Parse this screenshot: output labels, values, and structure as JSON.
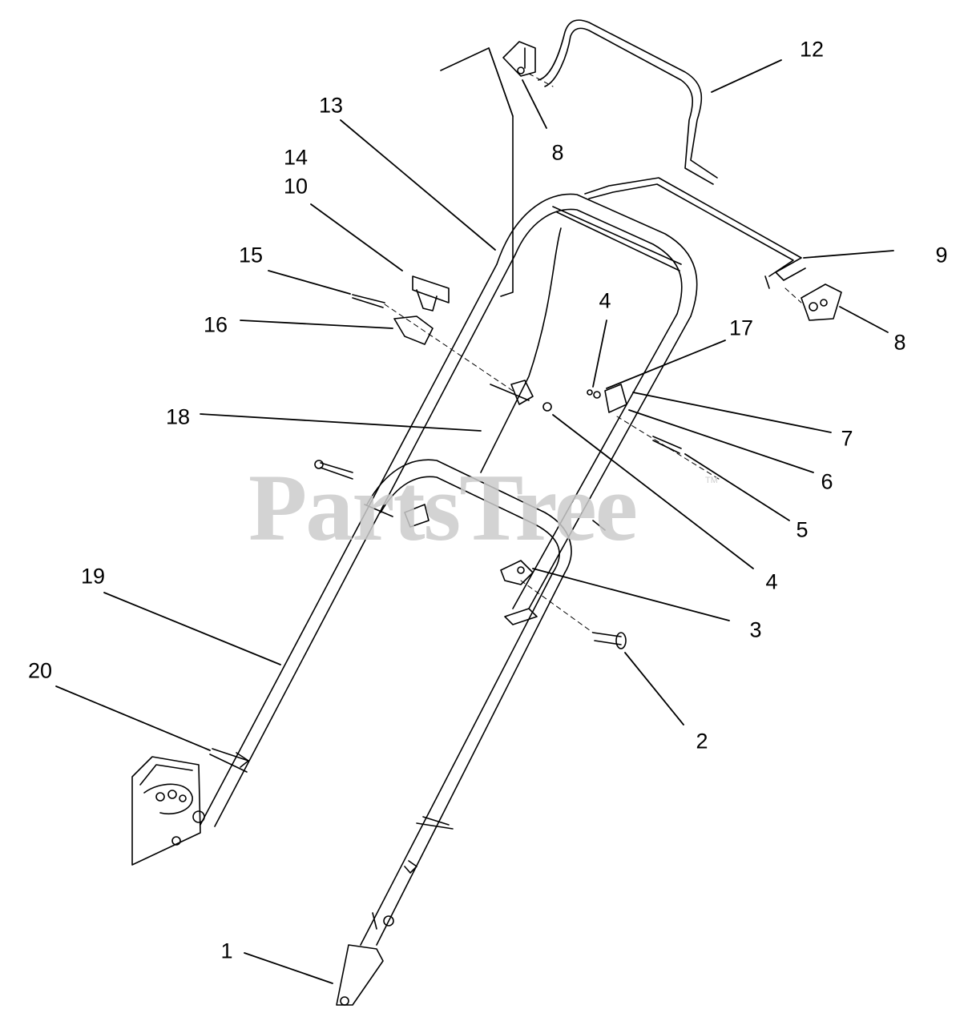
{
  "diagram": {
    "watermark": "PartsTree",
    "trademark": "TM",
    "callouts": [
      {
        "id": "c12",
        "text": "12"
      },
      {
        "id": "c8a",
        "text": "8"
      },
      {
        "id": "c13",
        "text": "13"
      },
      {
        "id": "c14",
        "text": "14"
      },
      {
        "id": "c10",
        "text": "10"
      },
      {
        "id": "c9",
        "text": "9"
      },
      {
        "id": "c15",
        "text": "15"
      },
      {
        "id": "c16",
        "text": "16"
      },
      {
        "id": "c4a",
        "text": "4"
      },
      {
        "id": "c17",
        "text": "17"
      },
      {
        "id": "c8b",
        "text": "8"
      },
      {
        "id": "c18",
        "text": "18"
      },
      {
        "id": "c7",
        "text": "7"
      },
      {
        "id": "c6",
        "text": "6"
      },
      {
        "id": "c5",
        "text": "5"
      },
      {
        "id": "c4b",
        "text": "4"
      },
      {
        "id": "c19",
        "text": "19"
      },
      {
        "id": "c3",
        "text": "3"
      },
      {
        "id": "c20",
        "text": "20"
      },
      {
        "id": "c2",
        "text": "2"
      },
      {
        "id": "c1",
        "text": "1"
      }
    ]
  }
}
